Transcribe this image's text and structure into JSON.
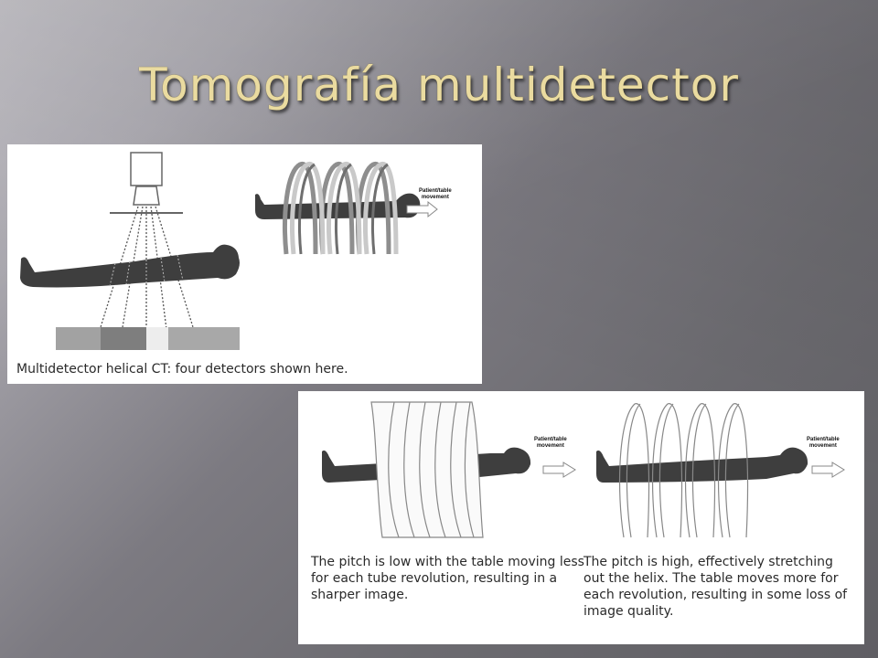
{
  "slide": {
    "title": "Tomografía multidetector",
    "colors": {
      "title": "#eadba0",
      "background_light": "#b9b7bd",
      "background_dark": "#5f5e63",
      "silhouette": "#3e3e3e"
    }
  },
  "figure1": {
    "caption": "Multidetector helical CT: four detectors shown here.",
    "helix_label_line1": "Patient/table",
    "helix_label_line2": "movement"
  },
  "figure2": {
    "low_pitch": {
      "label_line1": "Patient/table",
      "label_line2": "movement",
      "caption": "The pitch is low with the table moving less for each tube revolution, resulting in a sharper image."
    },
    "high_pitch": {
      "label_line1": "Patient/table",
      "label_line2": "movement",
      "caption": "The pitch is high, effectively stretching out the helix. The table moves more for each revolution, resulting in some loss of image quality."
    }
  }
}
